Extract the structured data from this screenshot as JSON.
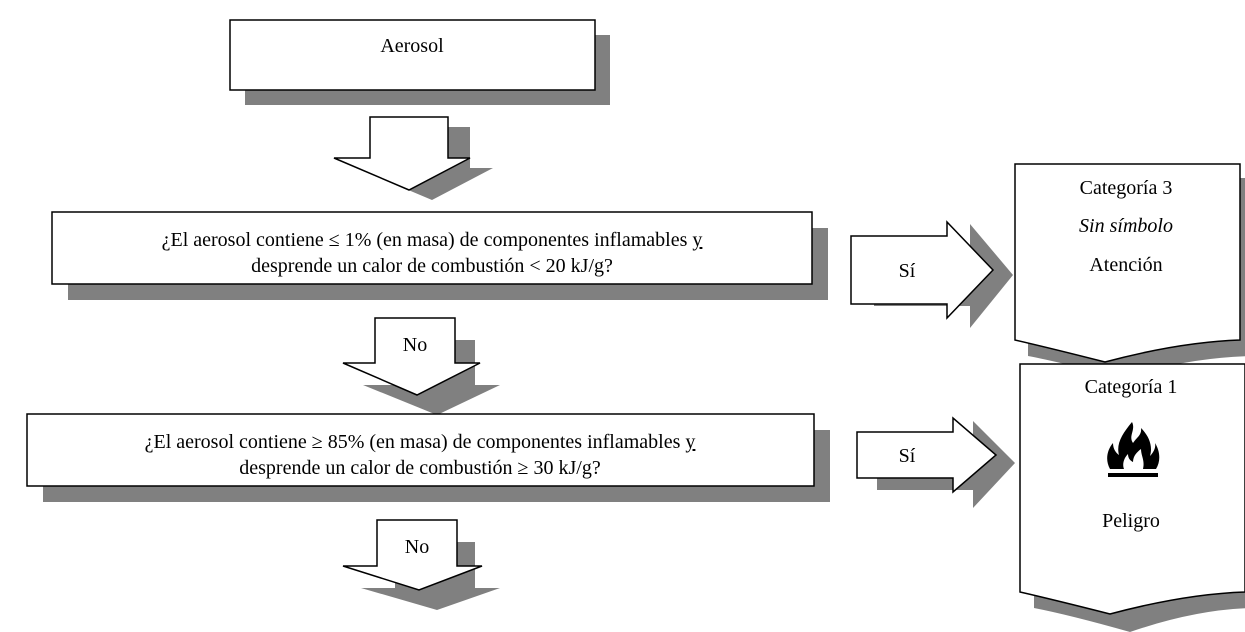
{
  "start_box": {
    "label": "Aerosol"
  },
  "question_1": {
    "line_1_prefix": "¿El aerosol contiene ≤ 1%  (en masa) de componentes inflamables ",
    "line_1_underlined": "y",
    "line_2": "desprende un calor de combustión < 20 kJ/g?",
    "yes_label": "Sí",
    "no_label": "No"
  },
  "result_1": {
    "category": "Categoría 3",
    "symbol_text": "Sin símbolo",
    "signal_word": "Atención"
  },
  "question_2": {
    "line_1_prefix": "¿El aerosol contiene ≥ 85% (en masa) de componentes inflamables ",
    "line_1_underlined": "y",
    "line_2": "desprende un calor de combustión ≥ 30 kJ/g?",
    "yes_label": "Sí",
    "no_label": "No"
  },
  "result_2": {
    "category": "Categoría 1",
    "pictogram": "flame-icon",
    "signal_word": "Peligro"
  },
  "colors": {
    "stroke": "#000000",
    "shadow": "#808080",
    "fill": "#ffffff"
  }
}
